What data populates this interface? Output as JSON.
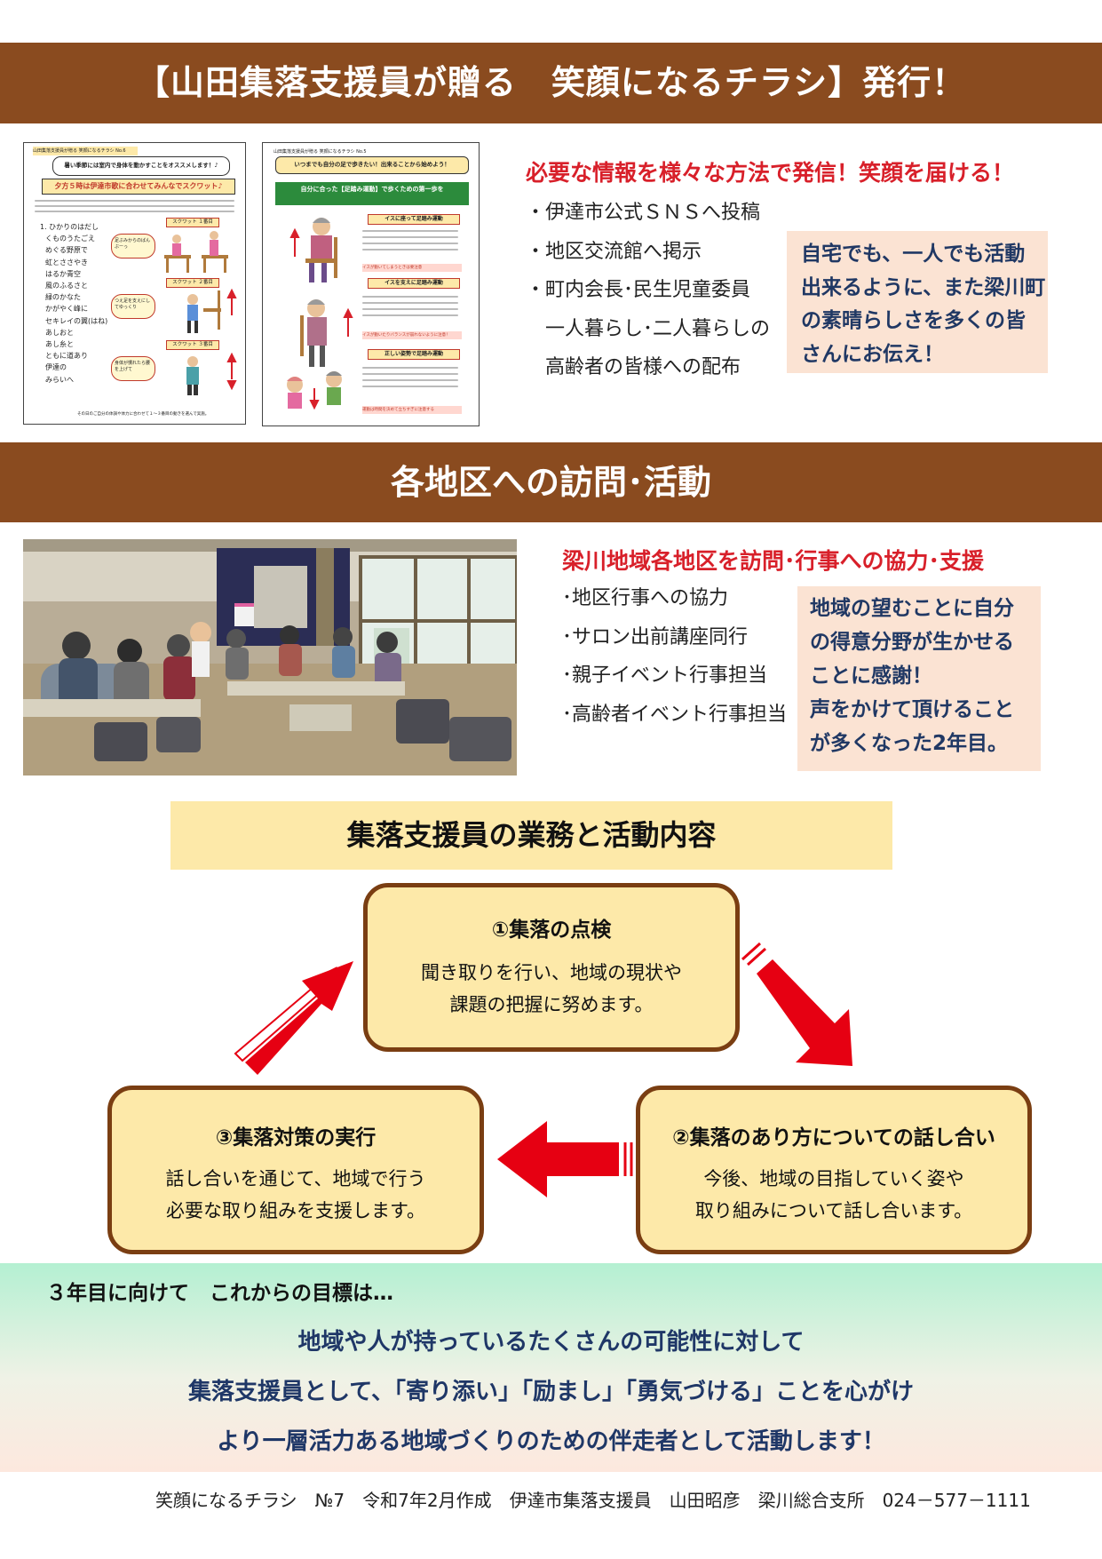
{
  "banner1": "【山田集落支援員が贈る　笑顔になるチラシ】発行！",
  "flyer1": {
    "tag": "山田集落支援員が贈る 笑顔になるチラシ No.6",
    "speech": "暑い季節には室内で身体を動かすことをオススメします！♪",
    "headline": "夕方５時は伊達市歌に合わせてみんなでスクワット♪",
    "song": [
      "1. ひかりのはだし",
      "くものうたごえ",
      "めぐる野原で",
      "虹とささやき",
      "はるか青空",
      "風のふるさと",
      "緑のかなた",
      "かがやく峰に",
      "セキレイの翼(はね)",
      "あしおと",
      "あし糸と",
      "ともに道あり",
      "伊達の",
      "みらいへ"
    ],
    "steps": [
      "スクワット １番目",
      "スクワット ２番目",
      "スクワット ３番目"
    ],
    "notes": [
      "足ぶみからのばんぶーっ",
      "つえ足を支えにしてゆっくり",
      "身体が慣れたら腰を上げて"
    ],
    "foot": "その日のご自分の体調や体力に合わせて１〜３番目の動きを選んで実施。"
  },
  "flyer2": {
    "tag": "山田集落支援員が贈る 笑顔になるチラシ No.5",
    "headline": "いつまでも自分の足で歩きたい！出来ることから始めよう！",
    "green": "自分に合った【足踏み運動】で歩くための第一歩を",
    "sections": [
      "イスに座って足踏み運動",
      "イスを支えに足踏み運動",
      "正しい姿勢で足踏み運動"
    ],
    "warn": [
      "イスが動いてしまうときは要注意",
      "イスが動いたりバランスが崩れないように注意！",
      "運動は時間を決めて立ちすぎに注意する"
    ]
  },
  "section1": {
    "heading": "必要な情報を様々な方法で発信！笑顔を届ける！",
    "bullets": [
      "・伊達市公式ＳＮＳへ投稿",
      "・地区交流館へ掲示",
      "・町内会長･民生児童委員",
      "　一人暮らし･二人暮らしの",
      "　高齢者の皆様への配布"
    ],
    "box": [
      "自宅でも、一人でも活動",
      "出来るように、また梁川町",
      "の素晴らしさを多くの皆",
      "さんにお伝え！"
    ]
  },
  "banner2": "各地区への訪問･活動",
  "section2": {
    "heading": "梁川地域各地区を訪問･行事への協力･支援",
    "bullets": [
      "･地区行事への協力",
      "･サロン出前講座同行",
      "･親子イベント行事担当",
      "･高齢者イベント行事担当"
    ],
    "box": [
      "地域の望むことに自分",
      "の得意分野が生かせる",
      "ことに感謝！",
      "声をかけて頂けること",
      "が多くなった2年目。"
    ]
  },
  "cycle": {
    "title": "集落支援員の業務と活動内容",
    "step1": {
      "title": "①集落の点検",
      "desc": [
        "聞き取りを行い、地域の現状や",
        "課題の把握に努めます。"
      ]
    },
    "step2": {
      "title": "②集落のあり方についての話し合い",
      "desc": [
        "今後、地域の目指していく姿や",
        "取り組みについて話し合います。"
      ]
    },
    "step3": {
      "title": "③集落対策の実行",
      "desc": [
        "話し合いを通じて、地域で行う",
        "必要な取り組みを支援します。"
      ]
    },
    "arrow_color": "#e60012"
  },
  "goals": {
    "intro": "３年目に向けて　これからの目標は…",
    "lines": [
      "地域や人が持っているたくさんの可能性に対して",
      "集落支援員として、「寄り添い」「励まし」「勇気づける」ことを心がけ",
      "より一層活力ある地域づくりのための伴走者として活動します！"
    ]
  },
  "footer": "笑顔になるチラシ　№7　令和7年2月作成　伊達市集落支援員　山田昭彦　梁川総合支所　024－577－1111",
  "colors": {
    "banner": "#8a4b1f",
    "red_heading": "#d8202a",
    "peach_box": "#fbe3d3",
    "navy_text": "#203864",
    "cycle_fill": "#fde9a9",
    "cycle_border": "#7a3e12"
  }
}
